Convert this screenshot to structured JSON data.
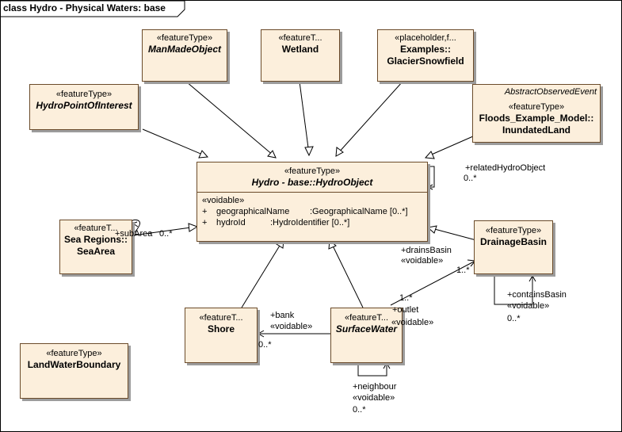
{
  "frame": {
    "title": "class Hydro - Physical Waters: base"
  },
  "classes": {
    "man_made_object": {
      "stereotype": "«featureType»",
      "name": "ManMadeObject"
    },
    "wetland": {
      "stereotype": "«featureT...",
      "name": "Wetland"
    },
    "glacier": {
      "stereotype": "«placeholder,f...",
      "name_line1": "Examples::",
      "name_line2": "GlacierSnowfield"
    },
    "poi": {
      "stereotype": "«featureType»",
      "name": "HydroPointOfInterest"
    },
    "inundated": {
      "above": "AbstractObservedEvent",
      "stereotype": "«featureType»",
      "name_line1": "Floods_Example_Model::",
      "name_line2": "InundatedLand"
    },
    "hydro_object": {
      "stereotype": "«featureType»",
      "name": "Hydro - base::HydroObject",
      "section": "«voidable»",
      "attrs": [
        {
          "vis": "+",
          "name": "geographicalName",
          "type": ":GeographicalName [0..*]"
        },
        {
          "vis": "+",
          "name": "hydroId",
          "type": ":HydroIdentifier [0..*]"
        }
      ]
    },
    "sea_area": {
      "stereotype": "«featureT...",
      "name_line1": "Sea Regions::",
      "name_line2": "SeaArea"
    },
    "drainage_basin": {
      "stereotype": "«featureType»",
      "name": "DrainageBasin"
    },
    "shore": {
      "stereotype": "«featureT...",
      "name": "Shore"
    },
    "surface_water": {
      "stereotype": "«featureT...",
      "name": "SurfaceWater"
    },
    "land_water_boundary": {
      "stereotype": "«featureType»",
      "name": "LandWaterBoundary"
    }
  },
  "labels": {
    "related_role": "+relatedHydroObject",
    "related_mult": "0..*",
    "sub_area": "+subArea",
    "sub_area_mult": "0..*",
    "drains_role": "+drainsBasin",
    "drains_stereo": "«voidable»",
    "drains_mult": "1..*",
    "outlet_mult": "1..*",
    "outlet_role": "+outlet",
    "outlet_stereo": "«voidable»",
    "contains_role": "+containsBasin",
    "contains_stereo": "«voidable»",
    "contains_mult": "0..*",
    "bank_role": "+bank",
    "bank_stereo": "«voidable»",
    "bank_mult": "0..*",
    "neighbour_role": "+neighbour",
    "neighbour_stereo": "«voidable»",
    "neighbour_mult": "0..*"
  }
}
